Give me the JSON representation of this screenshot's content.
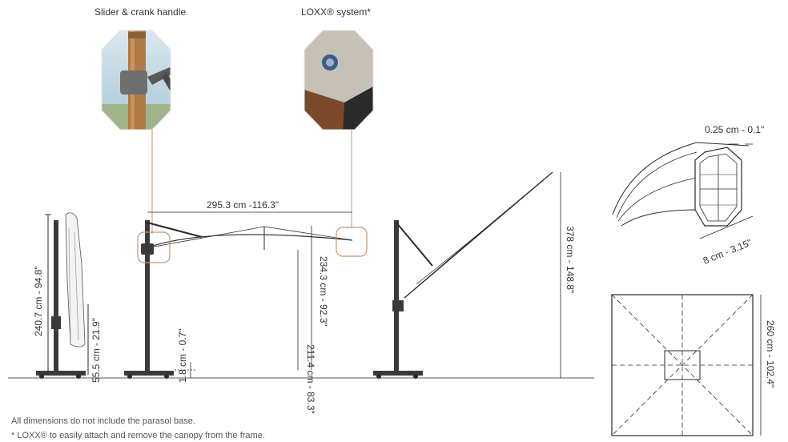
{
  "feature_labels": {
    "slider": "Slider & crank handle",
    "loxx": "LOXX® system*"
  },
  "dimensions": {
    "span": "295.3 cm -116.3\"",
    "folded_height": "240.7 cm - 94.8\"",
    "folded_width": "55.5 cm - 21.9\"",
    "base_clearance": "1.8 cm - 0.7\"",
    "ground_clearance": "211.4 cm - 83.3\"",
    "top_height": "234.3 cm - 92.3\"",
    "tilted_height": "378 cm - 148.8\"",
    "wall_thickness": "0.25 cm - 0.1\"",
    "pole_section": "8 cm - 3.15\"",
    "canopy_size": "260 cm - 102.4\""
  },
  "notes": {
    "line1": "All dimensions do not include the parasol base.",
    "line2": "* LOXX® to easily attach and remove the canopy from the frame."
  },
  "colors": {
    "accent": "#c9956b",
    "line": "#2a2a2a"
  }
}
